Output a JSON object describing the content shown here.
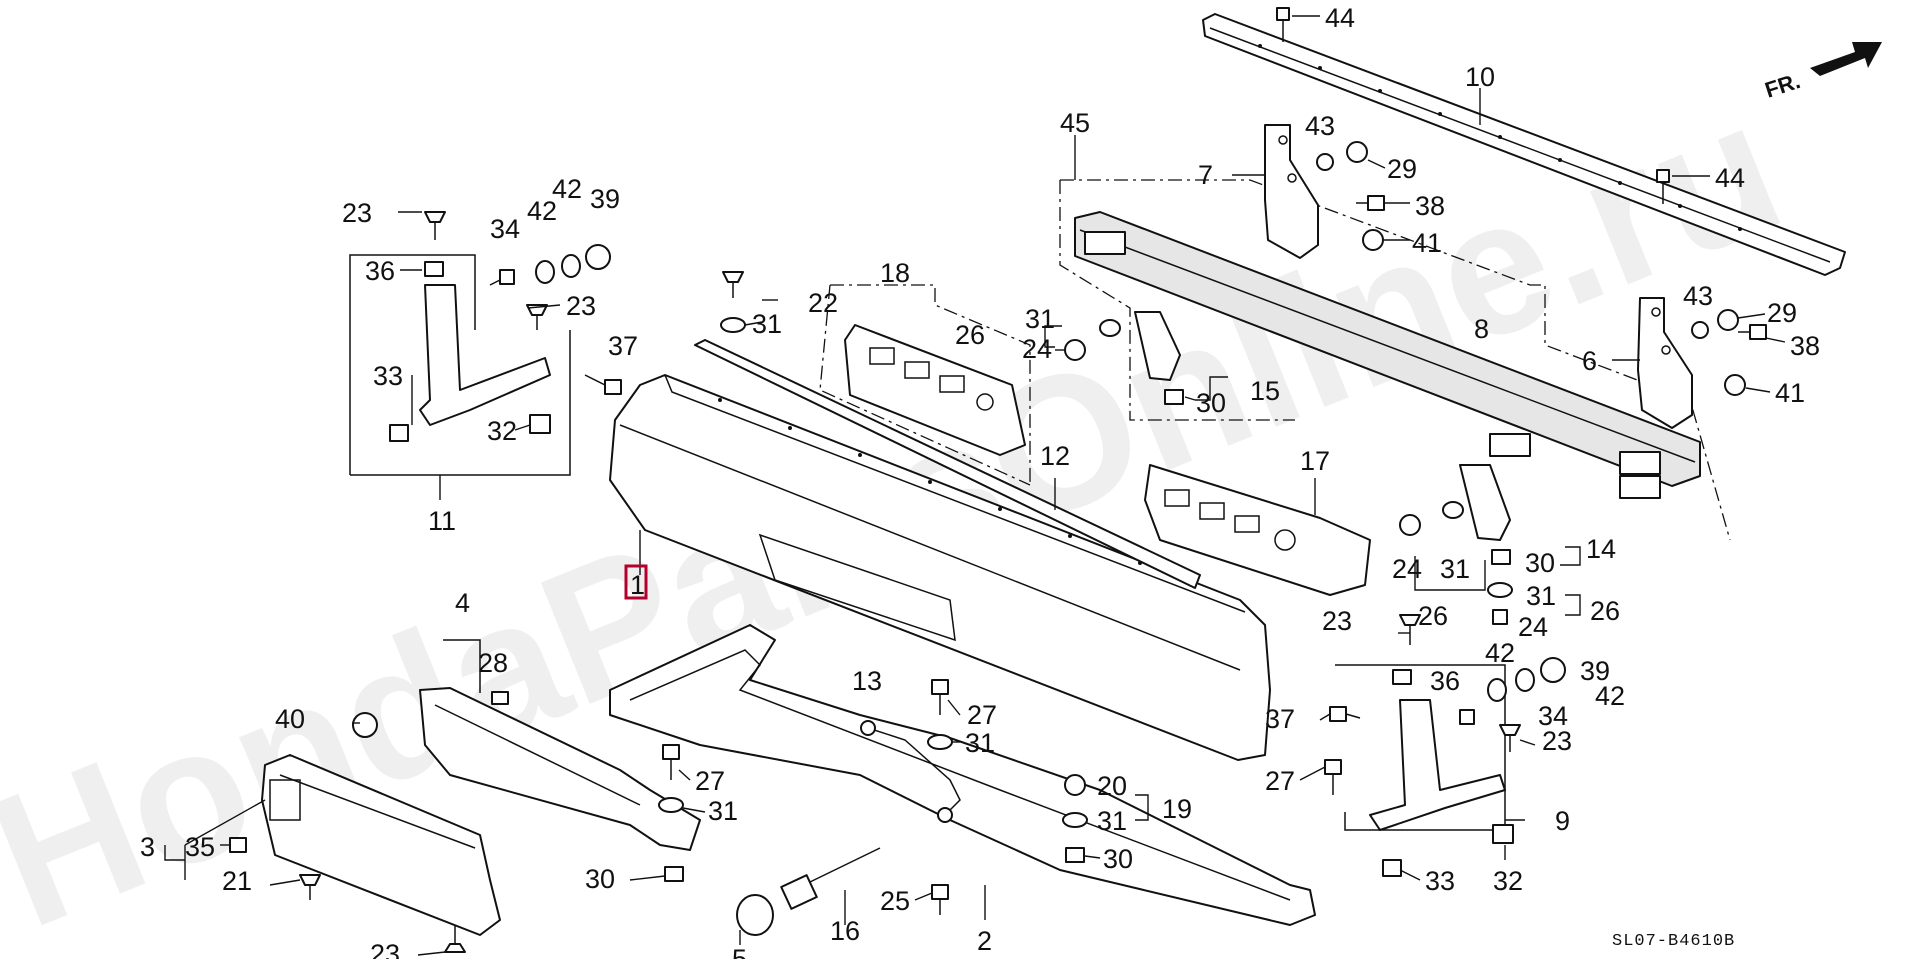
{
  "diagram": {
    "code": "SL07-B4610B",
    "direction_label": "FR.",
    "watermark": "HondaPartsOnline.ru",
    "selected_part": "1",
    "callouts": {
      "p1": "1",
      "p2": "2",
      "p3": "3",
      "p4": "4",
      "p5": "5",
      "p6": "6",
      "p7": "7",
      "p8": "8",
      "p9": "9",
      "p10": "10",
      "p11": "11",
      "p12": "12",
      "p13": "13",
      "p14": "14",
      "p15": "15",
      "p16": "16",
      "p17": "17",
      "p18": "18",
      "p19": "19",
      "p20": "20",
      "p21": "21",
      "p22": "22",
      "p23a": "23",
      "p23b": "23",
      "p23c": "23",
      "p23d": "23",
      "p23e": "23",
      "p24a": "24",
      "p24b": "24",
      "p24c": "24",
      "p25": "25",
      "p26a": "26",
      "p26b": "26",
      "p26c": "26",
      "p27a": "27",
      "p27b": "27",
      "p27c": "27",
      "p28": "28",
      "p29a": "29",
      "p29b": "29",
      "p30a": "30",
      "p30b": "30",
      "p30c": "30",
      "p30d": "30",
      "p31a": "31",
      "p31b": "31",
      "p31c": "31",
      "p31d": "31",
      "p31e": "31",
      "p31f": "31",
      "p31g": "31",
      "p32a": "32",
      "p32b": "32",
      "p33a": "33",
      "p33b": "33",
      "p34a": "34",
      "p34b": "34",
      "p35": "35",
      "p36a": "36",
      "p36b": "36",
      "p37a": "37",
      "p37b": "37",
      "p38a": "38",
      "p38b": "38",
      "p39a": "39",
      "p39b": "39",
      "p40": "40",
      "p41a": "41",
      "p41b": "41",
      "p42a": "42",
      "p42b": "42",
      "p42c": "42",
      "p42d": "42",
      "p43a": "43",
      "p43b": "43",
      "p44a": "44",
      "p44b": "44",
      "p45": "45"
    }
  }
}
